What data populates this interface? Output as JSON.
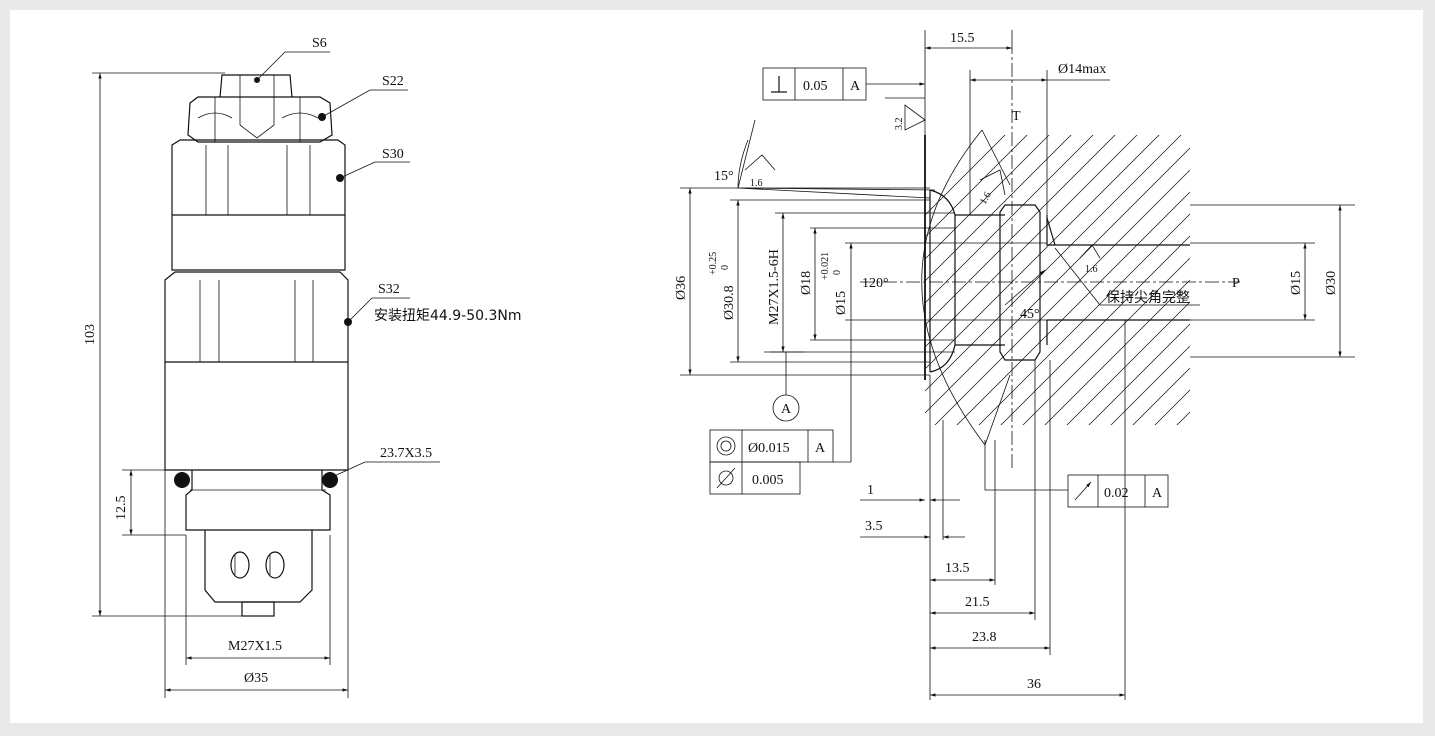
{
  "left_view": {
    "label_s6": "S6",
    "label_s22": "S22",
    "label_s30": "S30",
    "label_s32": "S32",
    "torque_note": "安装扭矩44.9-50.3Nm",
    "oring_label": "23.7X3.5",
    "dim_total_height": "103",
    "dim_thread_length": "12.5",
    "dim_thread": "M27X1.5",
    "dim_diameter": "Ø35"
  },
  "right_view": {
    "dim_15_5": "15.5",
    "dim_14max": "Ø14max",
    "port_t": "T",
    "port_p": "P",
    "angle_15": "15°",
    "angle_120": "120°",
    "angle_45": "45°",
    "roughness_3_2": "3.2",
    "roughness_1_6": "1.6",
    "edge_note": "保持尖角完整",
    "dim_36": "Ø36",
    "dim_30_8": "Ø30.8",
    "tol_30_8_upper": "+0.25",
    "tol_30_8_lower": "0",
    "dim_thread": "M27X1.5-6H",
    "dim_18": "Ø18",
    "dim_15": "Ø15",
    "tol_15_upper": "+0.021",
    "tol_15_lower": "0",
    "dim_15_right": "Ø15",
    "dim_30_right": "Ø30",
    "datum": "A",
    "perp_tol": "0.05",
    "conc_tol": "Ø0.015",
    "cyl_tol": "0.005",
    "runout_tol": "0.02",
    "dim_1": "1",
    "dim_3_5": "3.5",
    "dim_13_5": "13.5",
    "dim_21_5": "21.5",
    "dim_23_8": "23.8",
    "dim_36_depth": "36"
  }
}
